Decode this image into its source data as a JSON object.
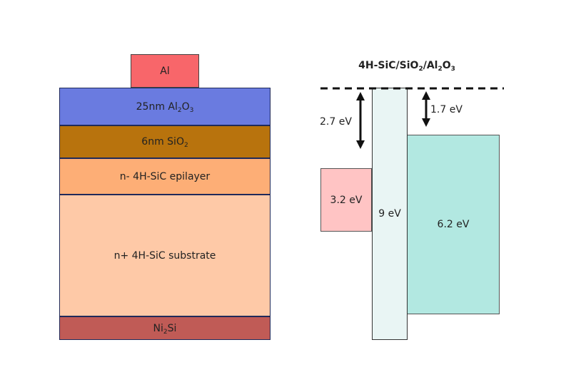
{
  "stack": {
    "al": {
      "label": "Al",
      "color": "#f8666a"
    },
    "al2o3": {
      "prefix": "25nm Al",
      "sub1": "2",
      "mid": "O",
      "sub2": "3",
      "color": "#6a7be0"
    },
    "sio2": {
      "prefix": "6nm SiO",
      "sub1": "2",
      "color": "#b8730d"
    },
    "epi": {
      "label": "n- 4H-SiC epilayer",
      "color": "#fdae76"
    },
    "substrate": {
      "label": "n+ 4H-SiC substrate",
      "color": "#fec9a7"
    },
    "ni2si": {
      "prefix": "Ni",
      "sub1": "2",
      "suffix": "Si",
      "color": "#c05b56"
    }
  },
  "band_diagram": {
    "title": {
      "a": "4H-SiC/SiO",
      "s1": "2",
      "b": "/Al",
      "s2": "2",
      "c": "O",
      "s3": "3"
    },
    "sic": {
      "label": "3.2 eV",
      "color": "#ffc4c4"
    },
    "sio2": {
      "label": "9 eV",
      "color": "#e9f5f4"
    },
    "al2o3": {
      "label": "6.2 eV",
      "color": "#b2e8e1"
    },
    "offset_left": "2.7 eV",
    "offset_right": "1.7 eV"
  }
}
